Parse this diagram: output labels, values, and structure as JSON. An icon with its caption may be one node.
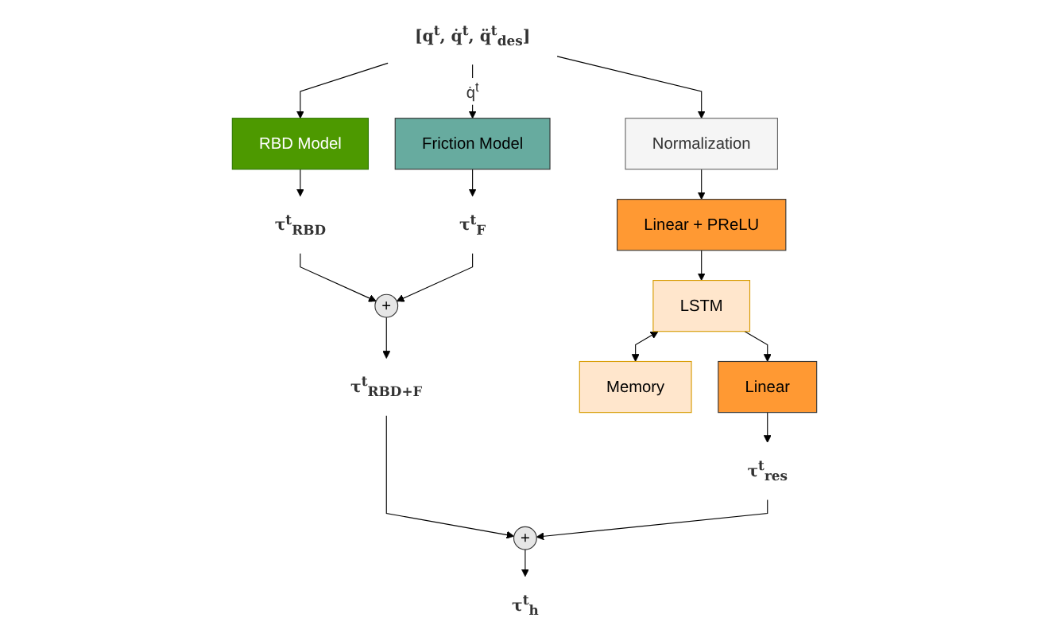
{
  "diagram": {
    "nodes": [
      {
        "text": [
          "[q$^{t}$, q̇$^{t}$, q̈$^{t}$$_{des}$]"
        ]
      },
      {
        "text": [
          "RBD Model"
        ]
      },
      {
        "text": [
          "Friction Model"
        ]
      },
      {
        "text": [
          "Normalization"
        ]
      },
      {
        "text": [
          "Linear + PReLU"
        ]
      },
      {
        "text": [
          "LSTM"
        ]
      },
      {
        "text": [
          "Memory"
        ]
      },
      {
        "text": [
          "Linear"
        ]
      },
      {
        "text": [
          "τ$^{t}$$_{RBD}$"
        ]
      },
      {
        "text": [
          "+"
        ]
      },
      {
        "text": [
          "τ$^{t}$$_{F}$"
        ]
      },
      {
        "text": [
          "τ$^{t}$$_{RBD+F}$"
        ]
      },
      {
        "text": [
          "+"
        ]
      },
      {
        "text": [
          "τ$^{t}$$_{res}$"
        ]
      },
      {
        "text": [
          "τ$^{t}$$_{h}$"
        ]
      }
    ],
    "edges": [
      {
        "from": 0,
        "to": 1,
        "arrow": "to"
      },
      {
        "from": 0,
        "to": 2,
        "arrow": "to",
        "label": "q̇$^{t}$"
      },
      {
        "from": 0,
        "to": 3,
        "arrow": "to"
      },
      {
        "from": 1,
        "to": 8,
        "arrow": "to"
      },
      {
        "from": 2,
        "to": 10,
        "arrow": "to"
      },
      {
        "from": 8,
        "to": 9,
        "arrow": "to"
      },
      {
        "from": 10,
        "to": 9,
        "arrow": "to"
      },
      {
        "from": 9,
        "to": 11,
        "arrow": "to"
      },
      {
        "from": 3,
        "to": 4,
        "arrow": "to"
      },
      {
        "from": 4,
        "to": 5,
        "arrow": "to"
      },
      {
        "from": 5,
        "to": 6,
        "arrow": "both"
      },
      {
        "from": 5,
        "to": 7,
        "arrow": "to"
      },
      {
        "from": 7,
        "to": 13,
        "arrow": "to"
      },
      {
        "from": 11,
        "to": 12,
        "arrow": "to"
      },
      {
        "from": 13,
        "to": 12,
        "arrow": "to"
      },
      {
        "from": 12,
        "to": 14,
        "arrow": "to"
      }
    ]
  }
}
